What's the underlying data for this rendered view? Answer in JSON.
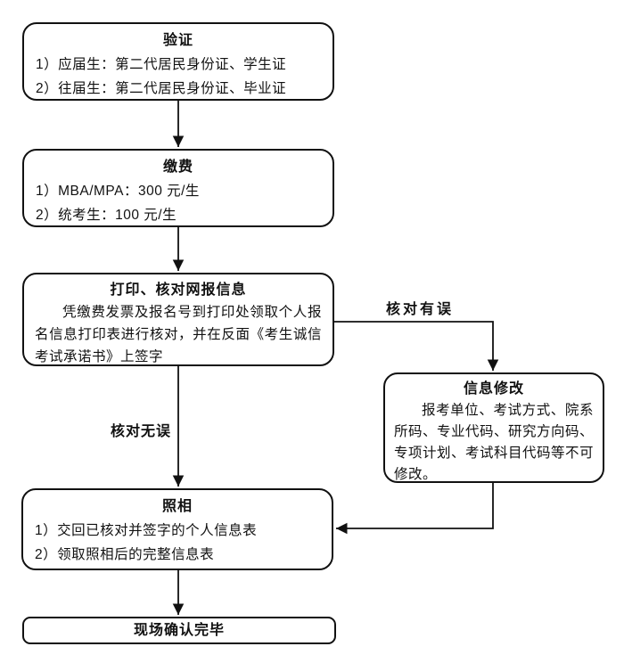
{
  "diagram": {
    "boxes": {
      "verify": {
        "title": "验证",
        "items": [
          "1）应届生：第二代居民身份证、学生证",
          "2）往届生：第二代居民身份证、毕业证"
        ]
      },
      "pay": {
        "title": "缴费",
        "items": [
          "1）MBA/MPA：300 元/生",
          "2）统考生：100 元/生"
        ]
      },
      "print_check": {
        "title": "打印、核对网报信息",
        "body": "凭缴费发票及报名号到打印处领取个人报名信息打印表进行核对，并在反面《考生诚信考试承诺书》上签字"
      },
      "modify": {
        "title": "信息修改",
        "body": "报考单位、考试方式、院系所码、专业代码、研究方向码、专项计划、考试科目代码等不可修改。"
      },
      "photo": {
        "title": "照相",
        "items": [
          "1）交回已核对并签字的个人信息表",
          "2）领取照相后的完整信息表"
        ]
      },
      "done": {
        "title": "现场确认完毕"
      }
    },
    "edge_labels": {
      "check_error": "核对有误",
      "check_ok": "核对无误"
    },
    "colors": {
      "line": "#111111",
      "text": "#111111",
      "box_background": "#ffffff",
      "page_background": "#ffffff"
    }
  }
}
